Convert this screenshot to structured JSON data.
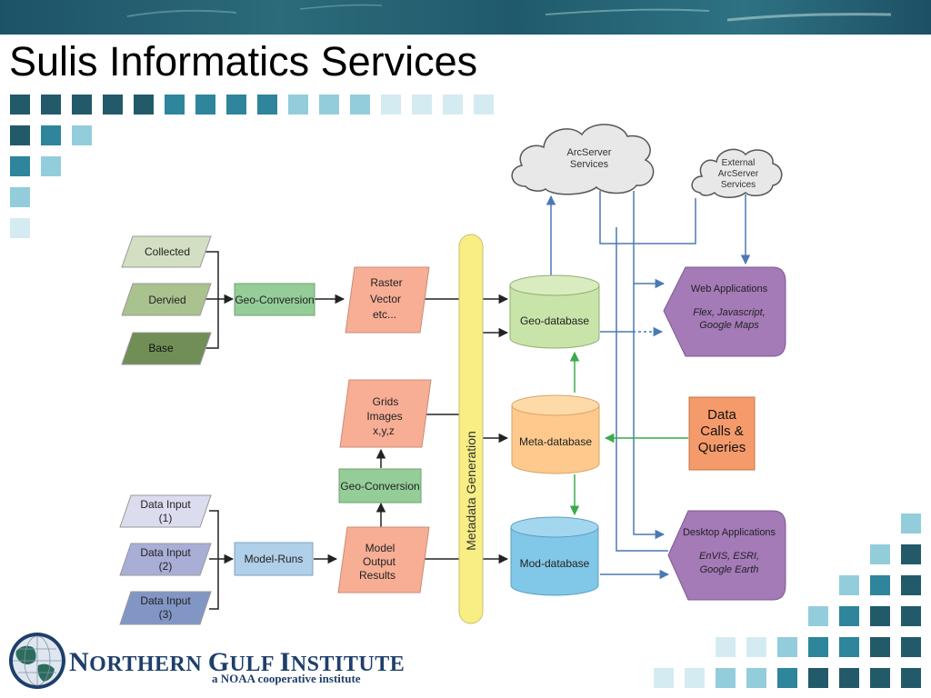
{
  "slide": {
    "title": "Sulis Informatics Services"
  },
  "colors": {
    "banner": "#1d5367",
    "square_dark": "#235a6a",
    "square_mid": "#2e859c",
    "square_light": "#93cddc",
    "square_pale": "#d5ebf2",
    "source_light": "#d2dfc3",
    "source_mid": "#a9c28e",
    "source_dark": "#718e56",
    "conversion": "#94cd98",
    "product": "#f7ae95",
    "metadata_bar": "#f8ee84",
    "geo_db": "#c8e4a8",
    "meta_db": "#fdc98c",
    "mod_db": "#81c7e7",
    "application": "#a47ab7",
    "queries": "#f59a6b",
    "inputs": [
      "#dcdcef",
      "#a9aed6",
      "#8296c6"
    ],
    "model_runs": "#b0cfe8",
    "arrow_blue": "#4a79b4",
    "arrow_green": "#3aaa4a"
  },
  "diagram": {
    "sources": [
      {
        "label": "Collected"
      },
      {
        "label": "Dervied"
      },
      {
        "label": "Base"
      }
    ],
    "geo_conversion_1": "Geo-Conversion",
    "raster_box": [
      "Raster",
      "Vector",
      "etc..."
    ],
    "grids_box": [
      "Grids",
      "Images",
      "x,y,z"
    ],
    "geo_conversion_2": "Geo-Conversion",
    "model_output_box": [
      "Model",
      "Output",
      "Results"
    ],
    "model_runs": "Model-Runs",
    "inputs": [
      {
        "line1": "Data Input",
        "line2": "(1)"
      },
      {
        "line1": "Data Input",
        "line2": "(2)"
      },
      {
        "line1": "Data Input",
        "line2": "(3)"
      }
    ],
    "metadata_bar": "Metadata Generation",
    "databases": {
      "geo": "Geo-database",
      "meta": "Meta-database",
      "mod": "Mod-database"
    },
    "clouds": {
      "arcserver": [
        "ArcServer",
        "Services"
      ],
      "external": [
        "External",
        "ArcServer",
        "Services"
      ]
    },
    "web_apps": {
      "title": "Web Applications",
      "sub": [
        "Flex, Javascript,",
        "Google Maps"
      ]
    },
    "desktop_apps": {
      "title": "Desktop Applications",
      "sub": [
        "EnVIS, ESRI,",
        "Google Earth"
      ]
    },
    "queries": [
      "Data",
      "Calls &",
      "Queries"
    ]
  },
  "logo": {
    "name_cap1": "N",
    "name_rest1": "ORTHERN ",
    "name_cap2": "G",
    "name_rest2": "ULF ",
    "name_cap3": "I",
    "name_rest3": "NSTITUTE",
    "tagline": "a NOAA cooperative institute"
  }
}
